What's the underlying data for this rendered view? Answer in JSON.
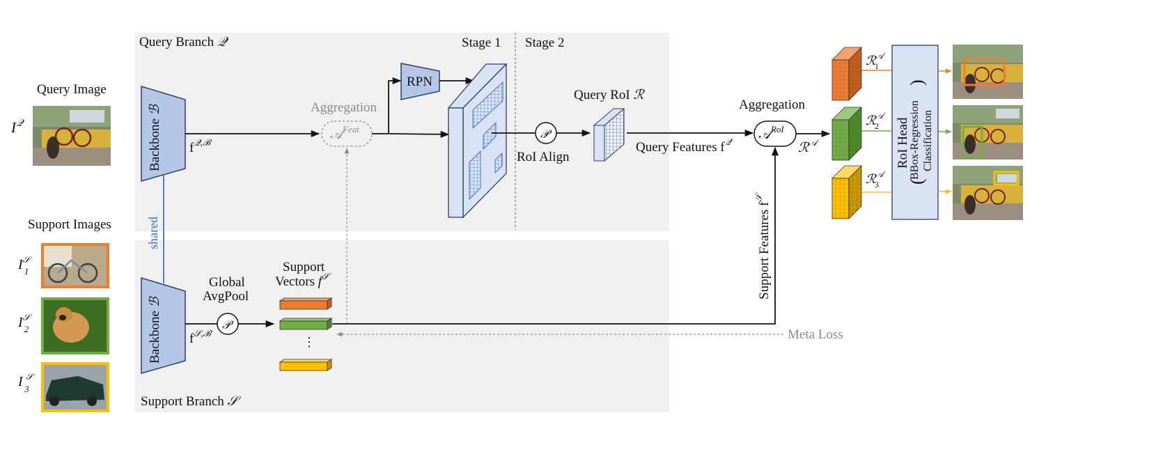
{
  "query_branch": {
    "label": "Query Branch ",
    "symbol": "𝒬"
  },
  "support_branch": {
    "label": "Support Branch ",
    "symbol": "𝒮"
  },
  "stage1": "Stage 1",
  "stage2": "Stage 2",
  "query_image": {
    "title": "Query Image",
    "symbol": "I",
    "sup": "𝒬"
  },
  "support_images": {
    "title": "Support Images",
    "items": [
      {
        "symbol": "I",
        "sup": "𝒮",
        "sub": "1",
        "color": "#ed7d31",
        "content": "bicycle"
      },
      {
        "symbol": "I",
        "sup": "𝒮",
        "sub": "2",
        "color": "#70ad47",
        "content": "dog"
      },
      {
        "symbol": "I",
        "sup": "𝒮",
        "sub": "3",
        "color": "#ffc000",
        "content": "car"
      }
    ]
  },
  "backbone": {
    "label": "Backbone ",
    "symbol": "ℬ"
  },
  "shared": "shared",
  "f_query": {
    "base": "f",
    "sup": "𝒬,ℬ"
  },
  "f_support": {
    "base": "f",
    "sup": "𝒮,ℬ"
  },
  "global_avgpool": [
    "Global",
    "AvgPool"
  ],
  "pool_symbol": "𝒫",
  "aggregation_feat": {
    "title": "Aggregation",
    "symbol": "𝒜",
    "sup": "Feat"
  },
  "rpn": "RPN",
  "roi_align": "RoI Align",
  "query_roi": {
    "label": "Query RoI ",
    "symbol": "ℛ"
  },
  "query_features": {
    "label": "Query Features ",
    "base": "f",
    "sup": "𝒬"
  },
  "aggregation_roi": {
    "title": "Aggregation",
    "symbol": "𝒜",
    "sup": "RoI"
  },
  "r_a": {
    "base": "ℛ",
    "sup": "𝒜"
  },
  "support_vectors": {
    "line1": "Support",
    "line2": "Vectors ",
    "base": "f",
    "sup": "𝒮"
  },
  "vector_dots": "⋮",
  "support_features": {
    "label": "Support Features ",
    "base": "f",
    "sup": "𝒮"
  },
  "meta_loss": "Meta Loss",
  "r_items": [
    {
      "base": "ℛ",
      "sup": "𝒜",
      "sub": "1",
      "color": "#ed7d31"
    },
    {
      "base": "ℛ",
      "sup": "𝒜",
      "sub": "2",
      "color": "#70ad47"
    },
    {
      "base": "ℛ",
      "sup": "𝒜",
      "sub": "3",
      "color": "#ffc000"
    }
  ],
  "roi_head": {
    "title": "RoI Head",
    "line2": "BBox-Regression",
    "line3": "Classification"
  },
  "colors": {
    "panel": "#f0f0f0",
    "blue_fill": "#b4c7e7",
    "blue_stroke": "#2f3f5f",
    "light_blue": "#dae3f3",
    "orange": "#ed7d31",
    "green": "#70ad47",
    "yellow": "#ffc000",
    "shared_line": "#4472c4"
  }
}
